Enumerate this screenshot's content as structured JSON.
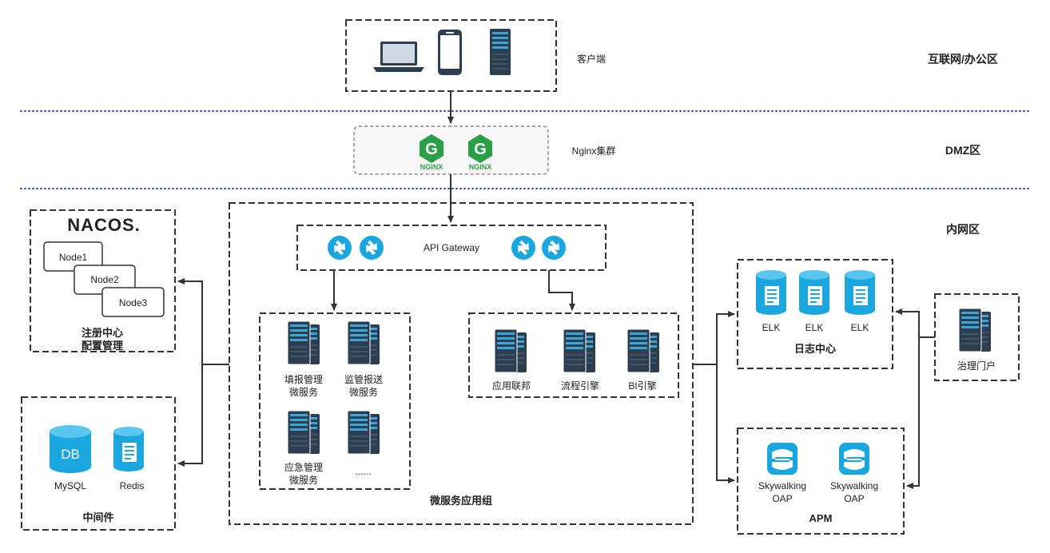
{
  "zones": {
    "internet": "互联网/办公区",
    "dmz": "DMZ区",
    "intranet": "内网区"
  },
  "client": {
    "label": "客户端"
  },
  "nginx": {
    "label": "Nginx集群",
    "logo_text": "NGINX",
    "logo_letter": "G",
    "color": "#2aa046"
  },
  "gateway": {
    "label": "API Gateway"
  },
  "nacos": {
    "logo": "NACOS.",
    "nodes": [
      "Node1",
      "Node2",
      "Node3"
    ],
    "title_line1": "注册中心",
    "title_line2": "配置管理"
  },
  "middleware": {
    "title": "中间件",
    "db_text": "DB",
    "items": [
      "MySQL",
      "Redis"
    ]
  },
  "microservices": {
    "title": "微服务应用组",
    "left": [
      [
        "填报管理",
        "微服务"
      ],
      [
        "监管报送",
        "微服务"
      ],
      [
        "应急管理",
        "微服务"
      ],
      [
        "......",
        ""
      ]
    ],
    "right": [
      "应用联邦",
      "流程引擎",
      "BI引擎"
    ]
  },
  "log_center": {
    "title": "日志中心",
    "items": [
      "ELK",
      "ELK",
      "ELK"
    ]
  },
  "apm": {
    "title": "APM",
    "items": [
      [
        "Skywalking",
        "OAP"
      ],
      [
        "Skywalking",
        "OAP"
      ]
    ]
  },
  "governance": {
    "label": "治理门户"
  },
  "colors": {
    "accent": "#1aa7e0",
    "server_dark": "#2d3e50",
    "server_screen": "#3aa6d8",
    "zone_divider": "#3344cc",
    "line": "#333333"
  }
}
